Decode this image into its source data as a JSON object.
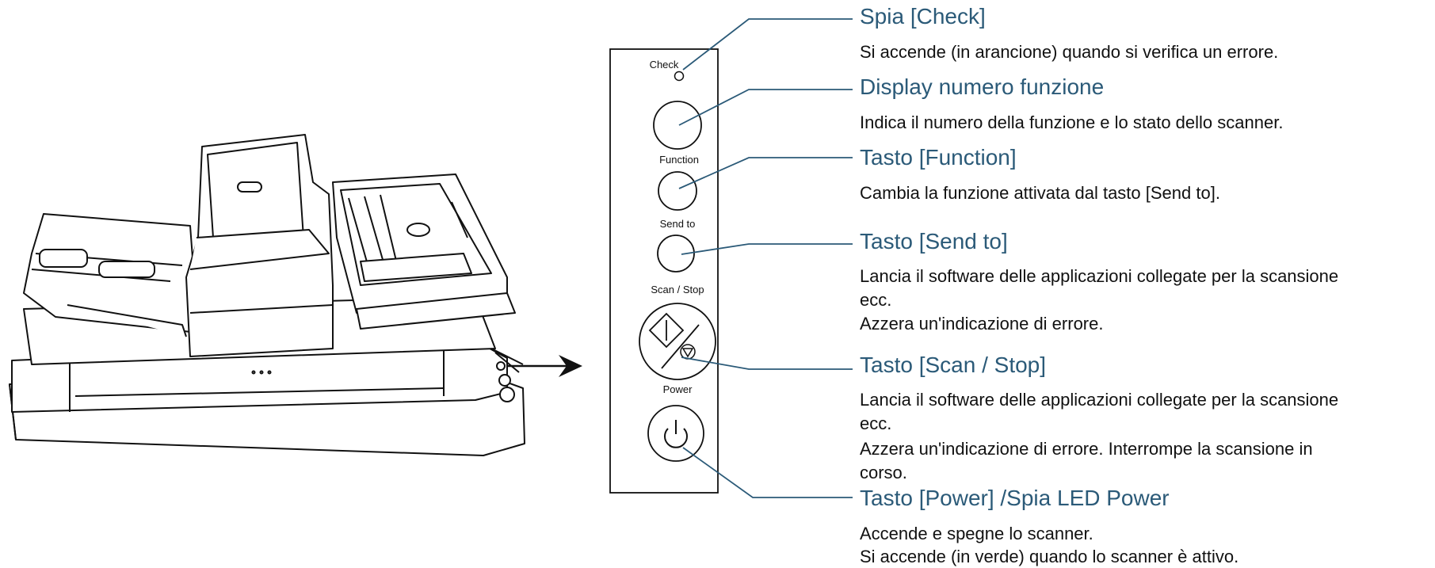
{
  "panel_labels": {
    "check": "Check",
    "function": "Function",
    "send_to": "Send to",
    "scan_stop": "Scan / Stop",
    "power": "Power"
  },
  "callouts": [
    {
      "title": "Spia [Check]",
      "lines": [
        "Si accende (in arancione) quando si verifica un errore."
      ]
    },
    {
      "title": "Display numero funzione",
      "lines": [
        "Indica il numero della funzione e lo stato dello scanner."
      ]
    },
    {
      "title": "Tasto [Function]",
      "lines": [
        "Cambia la funzione attivata dal tasto [Send to]."
      ]
    },
    {
      "title": "Tasto [Send to]",
      "lines": [
        "Lancia il software delle applicazioni collegate per la scansione",
        "ecc.",
        "Azzera un'indicazione di errore."
      ]
    },
    {
      "title": "Tasto [Scan / Stop]",
      "lines": [
        "Lancia il software delle applicazioni collegate per la scansione",
        "ecc.",
        "Azzera un'indicazione di errore. Interrompe la scansione in",
        "corso."
      ]
    },
    {
      "title": "Tasto [Power] /Spia LED Power",
      "lines": [
        "Accende e spegne lo scanner.",
        "Si accende (in verde) quando lo scanner è attivo."
      ]
    }
  ],
  "colors": {
    "title": "#2b5a78",
    "leader": "#2b5a78",
    "outline": "#111111"
  },
  "icons": [
    "scanner-illustration",
    "arrow-right-icon",
    "start-diamond-icon",
    "stop-triangle-icon",
    "power-icon"
  ]
}
